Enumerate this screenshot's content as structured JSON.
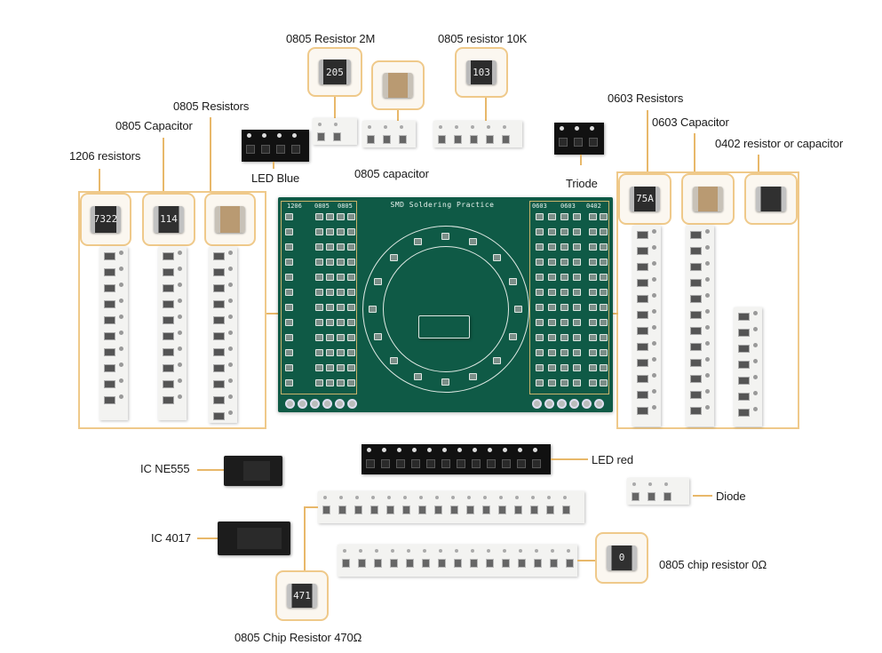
{
  "title": "SMD Soldering Practice Kit Component Overview",
  "accent_color": "#efc98a",
  "pcb": {
    "title": "SMD Soldering Practice",
    "left_columns": [
      "1206",
      "0805",
      "0805"
    ],
    "right_columns": [
      "0603",
      "0603",
      "0402"
    ]
  },
  "components": {
    "resistor_2m": {
      "label": "0805 Resistor 2M",
      "marking": "205"
    },
    "capacitor_0805_top": {
      "label": "0805 capacitor",
      "marking": ""
    },
    "resistor_10k": {
      "label": "0805 resistor 10K",
      "marking": "103"
    },
    "led_blue": {
      "label": "LED Blue"
    },
    "triode": {
      "label": "Triode"
    },
    "resistors_1206": {
      "label": "1206 resistors",
      "marking": "7322"
    },
    "capacitor_0805": {
      "label": "0805 Capacitor",
      "marking": "114"
    },
    "resistors_0805": {
      "label": "0805 Resistors",
      "marking": ""
    },
    "resistors_0603": {
      "label": "0603 Resistors",
      "marking": "75A"
    },
    "capacitor_0603": {
      "label": "0603 Capacitor",
      "marking": ""
    },
    "rc_0402": {
      "label": "0402 resistor or capacitor",
      "marking": ""
    },
    "ic_ne555": {
      "label": "IC NE555"
    },
    "ic_4017": {
      "label": "IC 4017"
    },
    "led_red": {
      "label": "LED red"
    },
    "diode": {
      "label": "Diode"
    },
    "chip_resistor_470": {
      "label": "0805 Chip Resistor 470Ω",
      "marking": "471"
    },
    "chip_resistor_0": {
      "label": "0805 chip resistor 0Ω",
      "marking": "0"
    }
  }
}
